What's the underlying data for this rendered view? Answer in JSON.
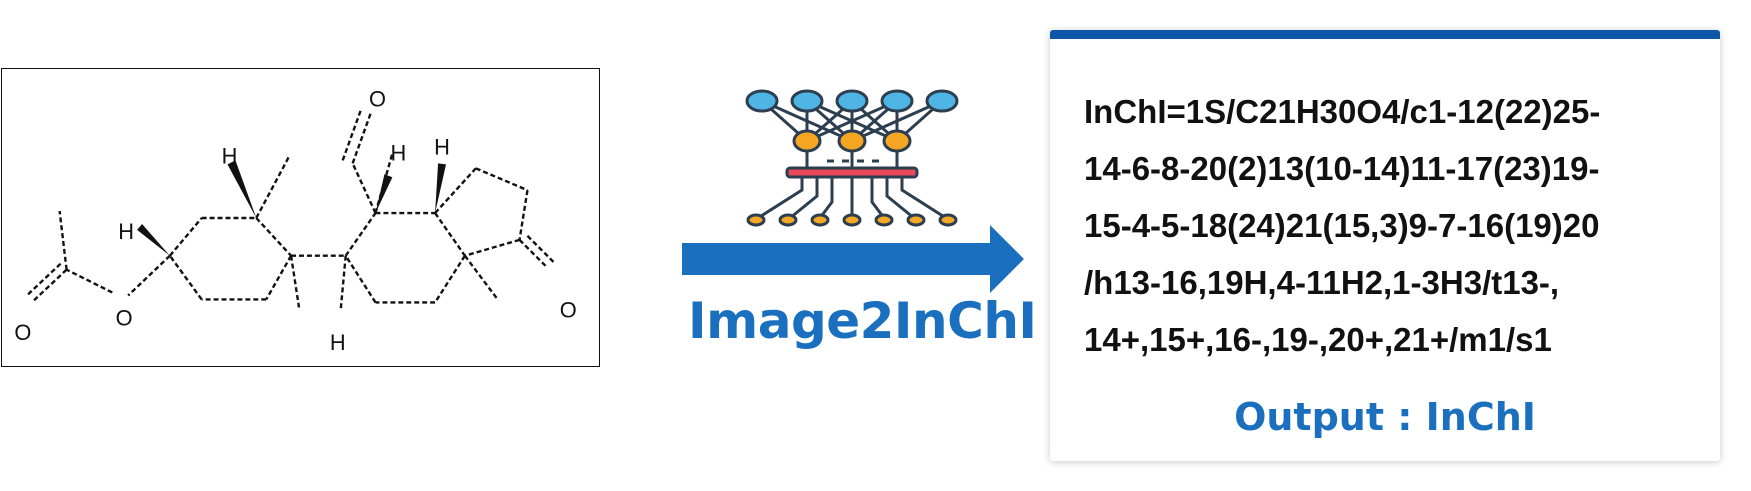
{
  "molecule": {
    "atom_labels": {
      "o_top": "O",
      "o_ketone": "O",
      "o_ester": "O",
      "o_carbonyl": "O",
      "h_c3": "H",
      "h_c10": "H",
      "h_c9": "H",
      "h_c8": "H",
      "h_c14": "H"
    }
  },
  "model": {
    "name": "Image2InChI"
  },
  "output": {
    "inchi_lines": [
      "InChI=1S/C21H30O4/c1-12(22)25-",
      "14-6-8-20(2)13(10-14)11-17(23)19-",
      "15-4-5-18(24)21(15,3)9-7-16(19)20",
      "/h13-16,19H,4-11H2,1-3H3/t13-,",
      "14+,15+,16-,19-,20+,21+/m1/s1"
    ],
    "label": "Output : InChI"
  },
  "colors": {
    "accent_blue": "#1a70be",
    "card_top_bar": "#0e57a8",
    "nn_input_node": "#4fb5e4",
    "nn_hidden_node": "#f5a623",
    "nn_bar": "#e8495a"
  }
}
